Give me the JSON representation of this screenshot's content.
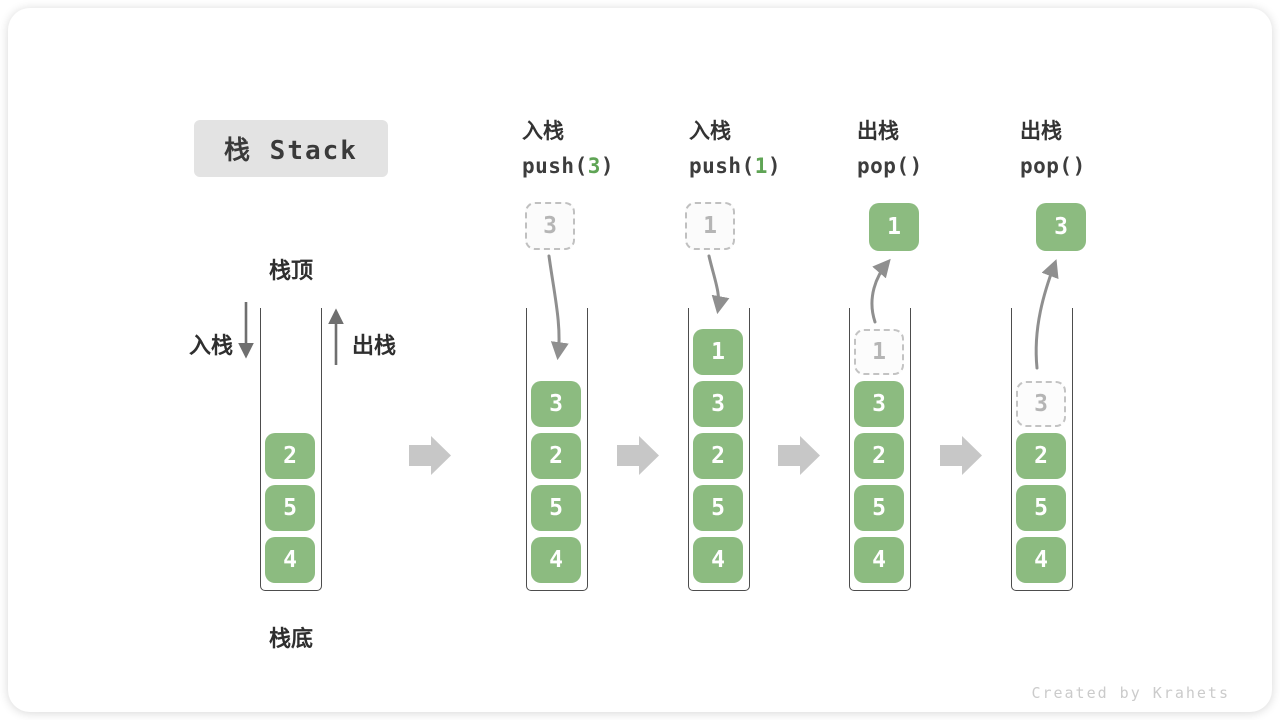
{
  "title": "栈 Stack",
  "footer": "Created by Krahets",
  "side_labels": {
    "stack_top": "栈顶",
    "stack_bottom": "栈底",
    "push_side": "入栈",
    "pop_side": "出栈"
  },
  "colors": {
    "cell_green": "#8CBB80",
    "code_arg_green": "#5FA455",
    "curved_arrow_gray": "#8f8f8f",
    "block_arrow_gray": "#c7c7c7",
    "ghost_gray": "#b5b5b5",
    "title_box_bg": "#e3e3e3",
    "text_dark": "#333333"
  },
  "steps": [
    {
      "name": "initial",
      "cells": [
        "2",
        "5",
        "4"
      ]
    },
    {
      "op": "入栈",
      "code_pre": "push(",
      "code_arg": "3",
      "code_post": ")",
      "floating_value": "3",
      "cells": [
        "3",
        "2",
        "5",
        "4"
      ]
    },
    {
      "op": "入栈",
      "code_pre": "push(",
      "code_arg": "1",
      "code_post": ")",
      "floating_value": "1",
      "cells": [
        "1",
        "3",
        "2",
        "5",
        "4"
      ]
    },
    {
      "op": "出栈",
      "code_pre": "pop()",
      "code_arg": "",
      "code_post": "",
      "floating_value": "1",
      "cells": [
        "1",
        "3",
        "2",
        "5",
        "4"
      ]
    },
    {
      "op": "出栈",
      "code_pre": "pop()",
      "code_arg": "",
      "code_post": "",
      "floating_value": "3",
      "cells": [
        "3",
        "2",
        "5",
        "4"
      ]
    }
  ]
}
